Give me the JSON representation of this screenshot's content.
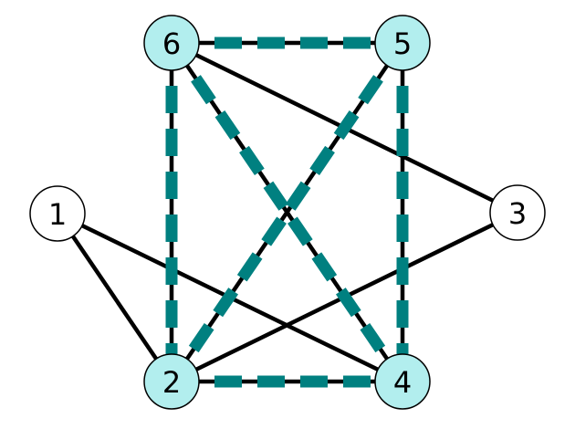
{
  "graph": {
    "nodes": [
      {
        "id": "1",
        "label": "1",
        "highlighted": false
      },
      {
        "id": "2",
        "label": "2",
        "highlighted": true
      },
      {
        "id": "3",
        "label": "3",
        "highlighted": false
      },
      {
        "id": "4",
        "label": "4",
        "highlighted": true
      },
      {
        "id": "5",
        "label": "5",
        "highlighted": true
      },
      {
        "id": "6",
        "label": "6",
        "highlighted": true
      }
    ],
    "edges": [
      {
        "source": "1",
        "target": "2",
        "highlighted": false
      },
      {
        "source": "1",
        "target": "4",
        "highlighted": false
      },
      {
        "source": "3",
        "target": "2",
        "highlighted": false
      },
      {
        "source": "3",
        "target": "6",
        "highlighted": false
      },
      {
        "source": "6",
        "target": "5",
        "highlighted": true
      },
      {
        "source": "6",
        "target": "2",
        "highlighted": true
      },
      {
        "source": "6",
        "target": "4",
        "highlighted": true
      },
      {
        "source": "5",
        "target": "2",
        "highlighted": true
      },
      {
        "source": "5",
        "target": "4",
        "highlighted": true
      },
      {
        "source": "2",
        "target": "4",
        "highlighted": true
      }
    ],
    "colors": {
      "highlight_node_fill": "#b2eeee",
      "plain_node_fill": "#ffffff",
      "highlight_edge": "#008080",
      "plain_edge": "#000000"
    }
  }
}
